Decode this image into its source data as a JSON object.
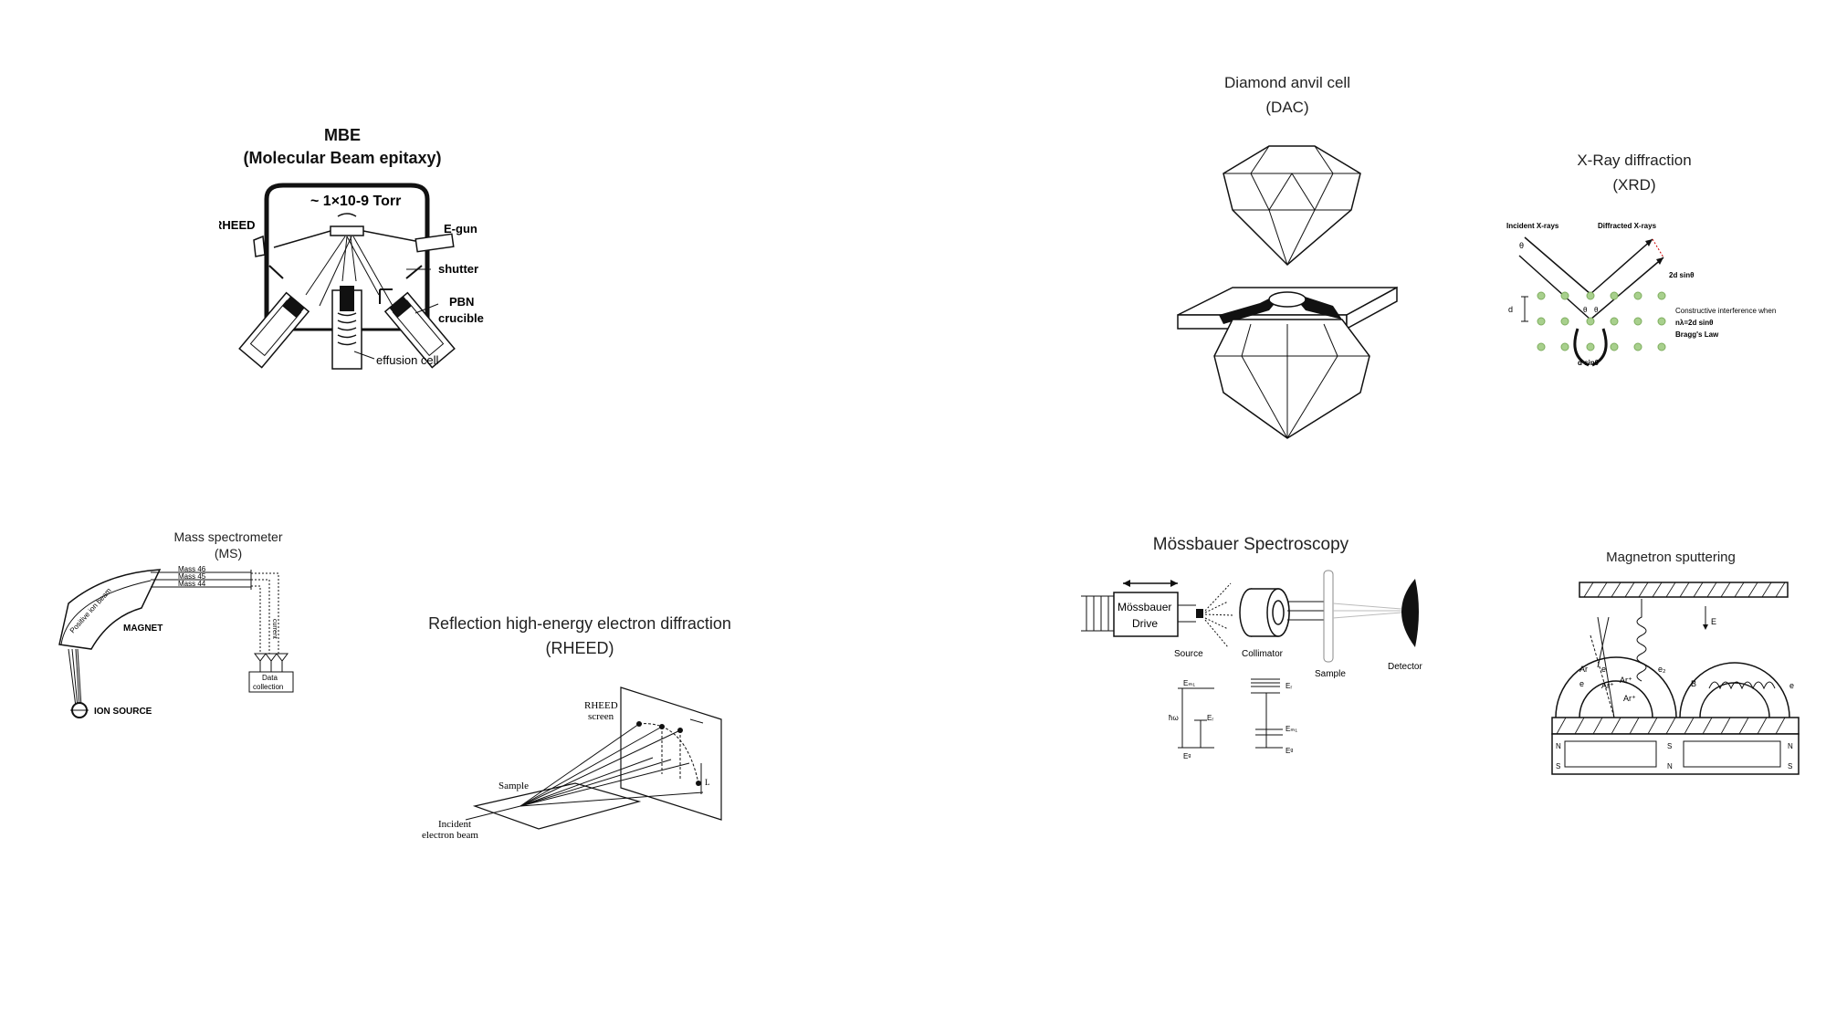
{
  "mbe": {
    "title": "MBE",
    "subtitle": "(Molecular Beam epitaxy)",
    "pressure": "~ 1×10-9 Torr",
    "labels": {
      "rheed": "RHEED",
      "egun": "E-gun",
      "shutter": "shutter",
      "pbn": "PBN",
      "crucible": "crucible",
      "effusion": "effusion cell"
    }
  },
  "dac": {
    "title": "Diamond anvil cell",
    "subtitle": "(DAC)"
  },
  "xrd": {
    "title": "X-Ray diffraction",
    "subtitle": "(XRD)",
    "labels": {
      "incident": "Incident X-rays",
      "diffracted": "Diffracted X-rays",
      "theta": "θ",
      "two_d": "2d sinθ",
      "d": "d",
      "d_sin": "d sinθ",
      "constructive": "Constructive interference when",
      "formula": "nλ=2d sinθ",
      "bragg": "Bragg's Law"
    }
  },
  "ms": {
    "title": "Mass spectrometer",
    "subtitle": "(MS)",
    "labels": {
      "mass46": "Mass 46",
      "mass45": "Mass 45",
      "mass44": "Mass 44",
      "beam": "Positive ion beam",
      "magnet": "MAGNET",
      "ion_source": "ION SOURCE",
      "current": "current",
      "data1": "Data",
      "data2": "collection"
    }
  },
  "rheed": {
    "title": "Reflection high-energy electron diffraction",
    "subtitle": "(RHEED)",
    "labels": {
      "screen1": "RHEED",
      "screen2": "screen",
      "sample": "Sample",
      "incident1": "Incident",
      "incident2": "electron beam",
      "l": "L"
    }
  },
  "moss": {
    "title": "Mössbauer Spectroscopy",
    "labels": {
      "drive1": "Mössbauer",
      "drive2": "Drive",
      "source": "Source",
      "collimator": "Collimator",
      "sample": "Sample",
      "detector": "Detector",
      "e_m1": "Eₘ₁",
      "e_r": "Eᵣ",
      "e_g": "Eᵍ",
      "hw": "ħω",
      "e_r2": "Eᵣ",
      "e_m1b": "Eₘ₁",
      "e_gb": "Eᵍ"
    }
  },
  "mag": {
    "title": "Magnetron sputtering",
    "labels": {
      "ar": "Ar",
      "arplus": "Ar⁺",
      "e": "e",
      "e_field": "E",
      "b": "B",
      "n": "N",
      "s": "S",
      "e2": "e₂"
    }
  }
}
